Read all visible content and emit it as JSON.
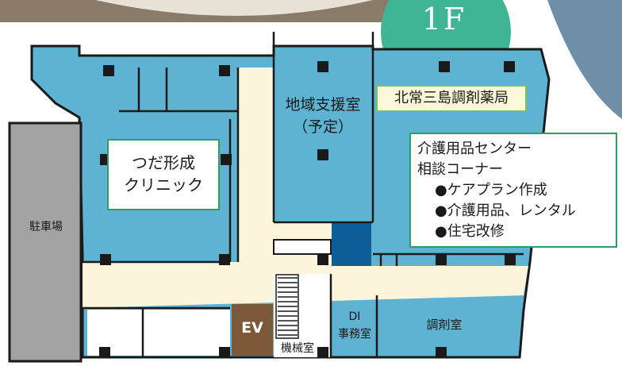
{
  "floor_label": "1F",
  "colors": {
    "room": "#5fb3d2",
    "corridor": "#fcf5dc",
    "wall": "#1a1a1a",
    "parking": "#a3a3a3",
    "accent_room": "#0d5d96",
    "elevator": "#7a5838",
    "label_border": "#2f9e63",
    "floor_badge": "#3fb594"
  },
  "rooms": {
    "parking": "駐車場",
    "clinic": [
      "つだ形成",
      "クリニック"
    ],
    "community_support": [
      "地域支援室",
      "（予定）"
    ],
    "pharmacy": "北常三島調剤薬局",
    "care_center": {
      "title_lines": [
        "介護用品センター",
        "相談コーナー"
      ],
      "services": [
        "●ケアプラン作成",
        "●介護用品、レンタル",
        "●住宅改修"
      ]
    },
    "elevator": "EV",
    "machine_room": "機械室",
    "di_office": [
      "DI",
      "事務室"
    ],
    "dispensing_room": "調剤室"
  }
}
